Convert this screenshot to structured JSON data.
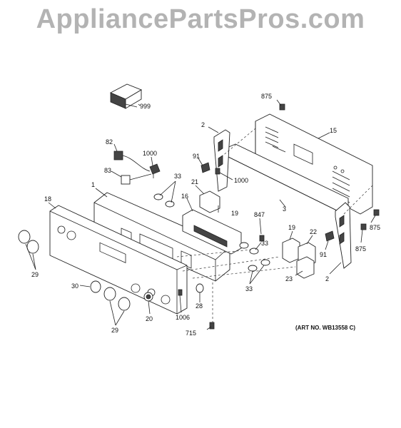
{
  "watermark": {
    "text": "AppliancePartsPros.com",
    "color": "#b3b3b3"
  },
  "art_no": "(ART NO. WB13558 C)",
  "callouts": [
    "999",
    "875",
    "2",
    "15",
    "82",
    "1000",
    "91",
    "1000",
    "83",
    "33",
    "21",
    "1",
    "16",
    "18",
    "19",
    "847",
    "3",
    "875",
    "19",
    "22",
    "33",
    "875",
    "91",
    "29",
    "33",
    "23",
    "2",
    "30",
    "28",
    "20",
    "1006",
    "29",
    "715"
  ]
}
